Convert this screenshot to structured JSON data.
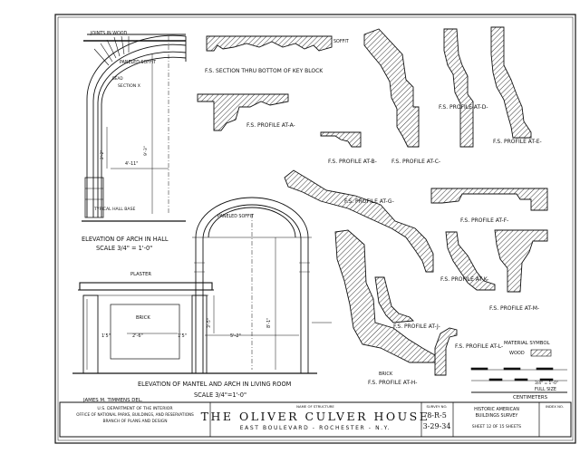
{
  "drawing": {
    "arch_hall": {
      "joints_label": "JOINTS IN WOOD",
      "paneled_soffit_label": "PANELED SOFFIT",
      "bead_label": "BEAD",
      "section_label": "SECTION X",
      "dim_height": "9'-3\"",
      "dim_width": "4'-11\"",
      "dim_lower": "2'-2\"",
      "base_label": "TYPICAL HALL BASE",
      "caption": "ELEVATION OF ARCH IN HALL",
      "scale": "SCALE 3/4\" = 1'-0\""
    },
    "living_room": {
      "paneled_soffit_label": "PANELED SOFFIT",
      "plaster_label": "PLASTER",
      "brick_label": "BRICK",
      "dim_mantel_width": "2'-6\"",
      "dim_side_left": "1'5\"",
      "dim_side_right": "1'5\"",
      "dim_opening": "5'-2\"",
      "dim_arch_height": "8'-1\"",
      "dim_mantel_height": "3'-5\"",
      "caption": "ELEVATION OF MANTEL AND ARCH IN LIVING ROOM",
      "scale": "SCALE 3/4\"=1'-0\""
    },
    "profiles": {
      "soffit_label": "SOFFIT",
      "key_block": "F.S. SECTION THRU BOTTOM OF KEY BLOCK",
      "a": "F.S. PROFILE AT-A-",
      "b": "F.S. PROFILE AT-B-",
      "c": "F.S. PROFILE AT-C-",
      "d": "F.S. PROFILE AT-D-",
      "e": "F.S. PROFILE AT-E-",
      "f": "F.S. PROFILE AT-F-",
      "g": "F.S. PROFILE AT-G-",
      "h": "F.S. PROFILE AT-H-",
      "brick_label": "BRICK",
      "j": "F.S. PROFILE AT-J-",
      "k": "F.S. PROFILE AT-K-",
      "l": "F.S. PROFILE AT-L-",
      "m": "F.S. PROFILE AT-M-",
      "material_title": "MATERIAL SYMBOL",
      "material_wood": "WOOD"
    },
    "scales": {
      "bar_label": "CENTIMETERS",
      "full_size": "FULL SIZE",
      "three_quarter": "3/4\" = 1'-0\""
    },
    "title_block": {
      "delineator": "JAMES M. TIMMENS DEL.",
      "agency_line1": "U.S. DEPARTMENT OF THE INTERIOR",
      "agency_line2": "OFFICE OF NATIONAL PARKS, BUILDINGS, AND RESERVATIONS",
      "agency_line3": "BRANCH OF PLANS AND DESIGN",
      "name_label": "NAME OF STRUCTURE",
      "title": "THE OLIVER CULVER HOUSE",
      "subtitle": "EAST BOULEVARD - ROCHESTER - N.Y.",
      "survey_label": "SURVEY NO.",
      "survey_no": "8-R-5",
      "date": "3-29-34",
      "habs_line1": "HISTORIC AMERICAN",
      "habs_line2": "BUILDINGS SURVEY",
      "sheet_text": "SHEET 12 OF 15 SHEETS",
      "index_label": "INDEX NO."
    }
  }
}
